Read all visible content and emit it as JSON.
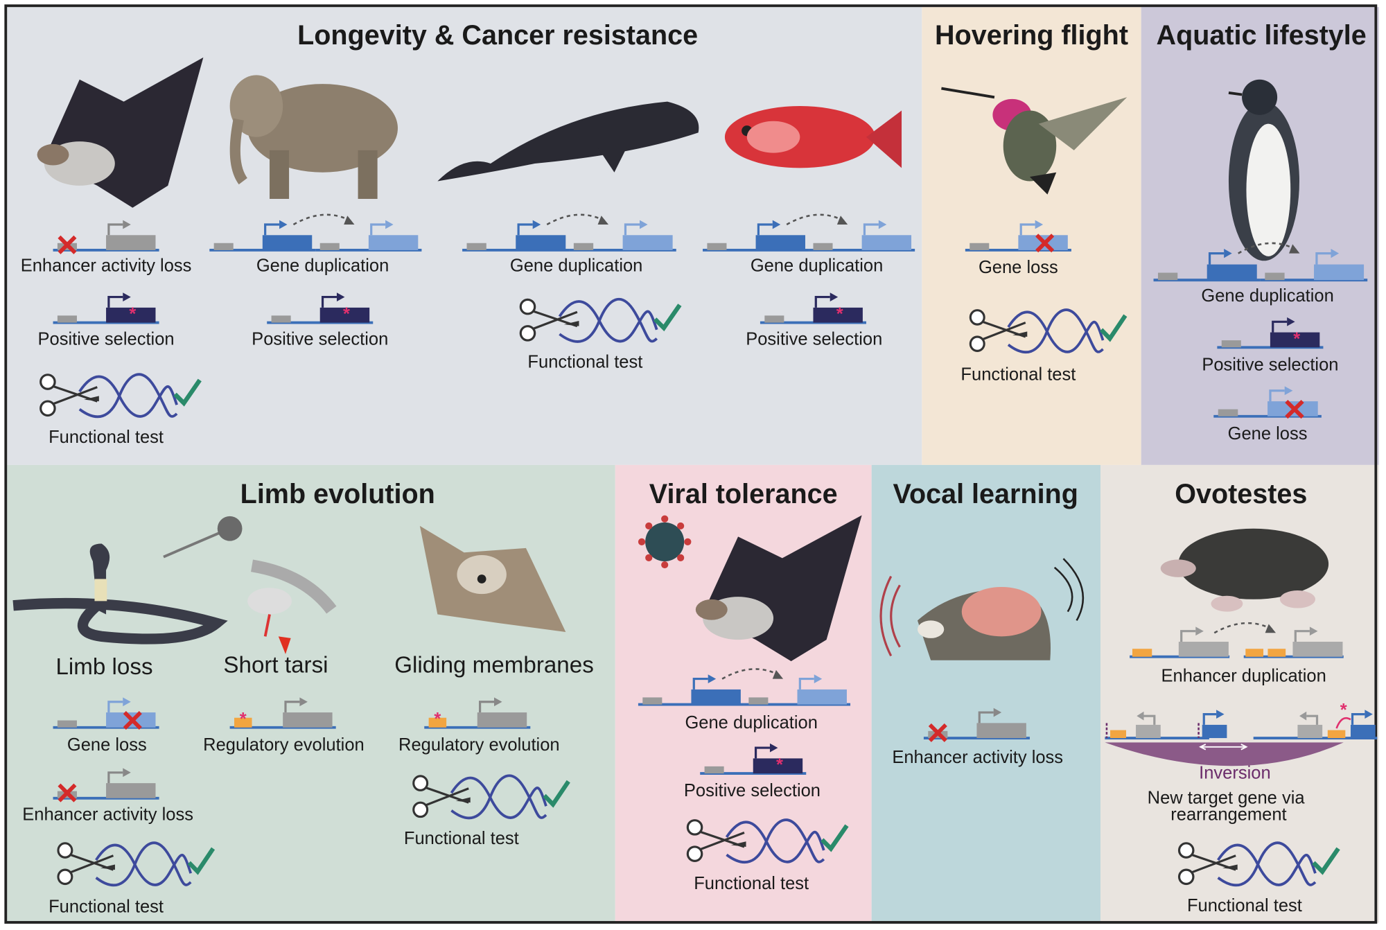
{
  "panels": {
    "longevity": {
      "title": "Longevity & Cancer resistance",
      "color": "#dfe2e7",
      "labels": [
        "Enhancer activity loss",
        "Gene duplication",
        "Positive selection",
        "Positive selection",
        "Functional test",
        "Gene duplication",
        "Functional test",
        "Gene duplication",
        "Positive selection"
      ]
    },
    "hovering": {
      "title": "Hovering flight",
      "color": "#f3e6d5",
      "labels": [
        "Gene loss",
        "Functional test"
      ]
    },
    "aquatic": {
      "title": "Aquatic lifestyle",
      "color": "#ccc8d9",
      "labels": [
        "Gene duplication",
        "Positive selection",
        "Gene loss"
      ]
    },
    "limb": {
      "title": "Limb evolution",
      "color": "#d0ded6",
      "subtitles": [
        "Limb loss",
        "Short tarsi",
        "Gliding membranes"
      ],
      "labels": [
        "Gene loss",
        "Enhancer activity loss",
        "Functional test",
        "Regulatory evolution",
        "Regulatory evolution",
        "Functional test"
      ]
    },
    "viral": {
      "title": "Viral tolerance",
      "color": "#f4d7dd",
      "labels": [
        "Gene duplication",
        "Positive selection",
        "Functional test"
      ]
    },
    "vocal": {
      "title": "Vocal learning",
      "color": "#bdd7db",
      "labels": [
        "Enhancer activity loss"
      ]
    },
    "ovotestes": {
      "title": "Ovotestes",
      "color": "#e9e4df",
      "labels": [
        "Enhancer duplication",
        "Inversion",
        "New target gene via",
        "rearrangement",
        "Functional test"
      ]
    }
  },
  "colors": {
    "gene_blue": "#3b6fb8",
    "gene_light": "#7fa3d8",
    "gene_navy": "#2b2a5e",
    "enhancer_gray": "#9a9a9a",
    "enhancer_orange": "#f2a541",
    "loss_x": "#d42a2a",
    "asterisk": "#e0306e",
    "check": "#2a8a6a",
    "dna": "#3d4a9c",
    "inversion": "#6b2c6b"
  }
}
